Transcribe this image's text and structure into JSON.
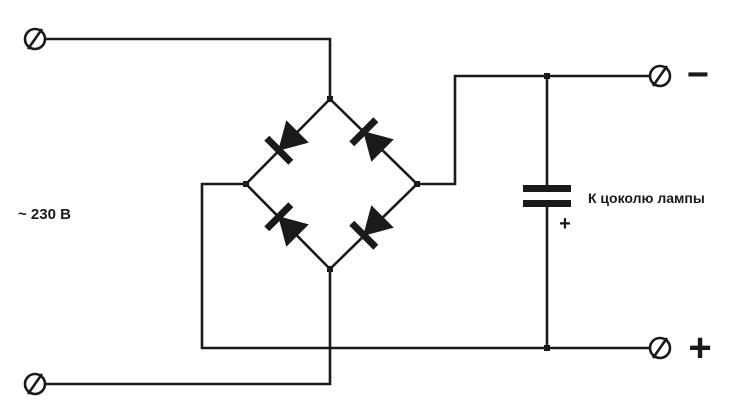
{
  "diagram": {
    "source_label": "~ 230 В",
    "output_label": "К цоколю лампы",
    "negative_sign": "−",
    "positive_sign": "+",
    "capacitor_polarity_sign": "+",
    "terminal_glyph": "⊘",
    "colors": {
      "ink": "#1a1a1a",
      "background": "#ffffff"
    },
    "components": [
      "diode-bridge",
      "polarized-capacitor",
      "terminal"
    ]
  }
}
